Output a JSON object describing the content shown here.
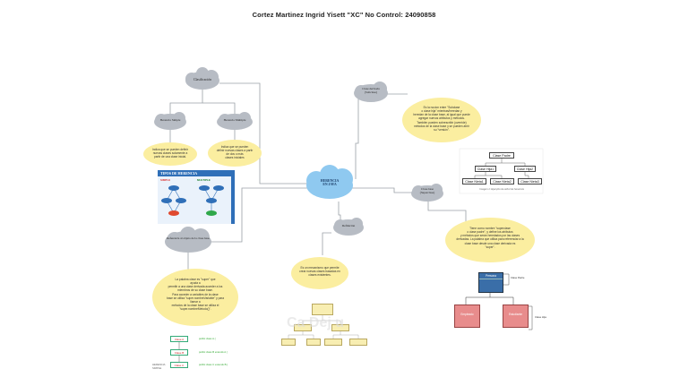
{
  "header": {
    "title": "Cortez Martinez Ingrid Yisett \"XC\"    No Control: 24090858"
  },
  "center": {
    "label": "HERENCIA\nEN JAVA"
  },
  "nodes": {
    "clasificacion": "Clasificación",
    "herencia_simple": "Herencia Simple",
    "herencia_multiple": "Herencia Multiple",
    "palabra_reservada": "Referencia al objeto de la clase base",
    "clase_derivada": "Clase derivada\n(Subclase)",
    "clase_base": "Clase base\n(Superclase)",
    "definicion": "Definición"
  },
  "notes": {
    "simple": "Indica que se pueden definir\nnuevas clases solamente a\npartir de una clase inicial.",
    "multiple": "Indica que se pueden\ndefinir nuevas clases a partir\nde dos o más\nclases iniciales",
    "subclase": "Es la nocion entre \"Subclase\no clase hija\" mientras/heredan y\nheredan de la clase base, al igual que puede\nagregar nuevos atributos y métodos.\nTambién pueden sobrescribir (override)\nmétodos de la clase base y se pueden abrir\nsu \"versión\".",
    "superclase": "Tiene como nombre \"superclase\no clase padre\", y define los atributos\ny métodos que serán heredados por las clases\nderivadas. La palabra que utiliza para referenciar a la\nclase base desde una clase derivada es\n\"super\".",
    "definicion": "Es un mecanismo que permite\ncrear nuevas clases basadas en\nclases existentes.",
    "super": "La palabra clave es \"super\" que\nayuda a\npermitir a una clase derivada acceder a los\nmiembros de su clase base.\nPara acceder a variables de la clase\nbase se utiliza \"super.nombreVariable\" y para\nllamar a\nmétodos de la clase base se utiliza el\n\"super.nombreMetodo()\"."
  },
  "tipos_image": {
    "title": "TIPOS DE HERENCIA",
    "left": "SIMPLE",
    "right": "MULTIPLE"
  },
  "hierarchy_top": {
    "root": "Clase Padre",
    "mid": [
      "Clase Hija1",
      "Clase Hija2"
    ],
    "leaves": [
      "Clase Nieta1",
      "Clase Nieta2",
      "Clase Nieta3"
    ],
    "caption": "Imagen 1: Ejemplo de árbol de herencia"
  },
  "hierarchy_bottom": {
    "parent": "Persona",
    "children": [
      "Empleado",
      "Estudiante"
    ],
    "parent_side": "Clase Padre",
    "child_side": "Clase Hija"
  },
  "code_boxes": [
    "Clase A",
    "Clase B",
    "Clase C"
  ],
  "code_lines": [
    "public class A {",
    "public class B extends A {",
    "public class C extends B {"
  ],
  "code_caption": "HERENCIA\nSIMPLE",
  "watermark": "Ca Dej u",
  "colors": {
    "cloud": "#b7bcc4",
    "cloud_center": "#8fc9f0",
    "note": "#fbeea0",
    "line": "#9aa0a6",
    "accent_blue": "#2f6fb8",
    "accent_red": "#e88c8c"
  }
}
